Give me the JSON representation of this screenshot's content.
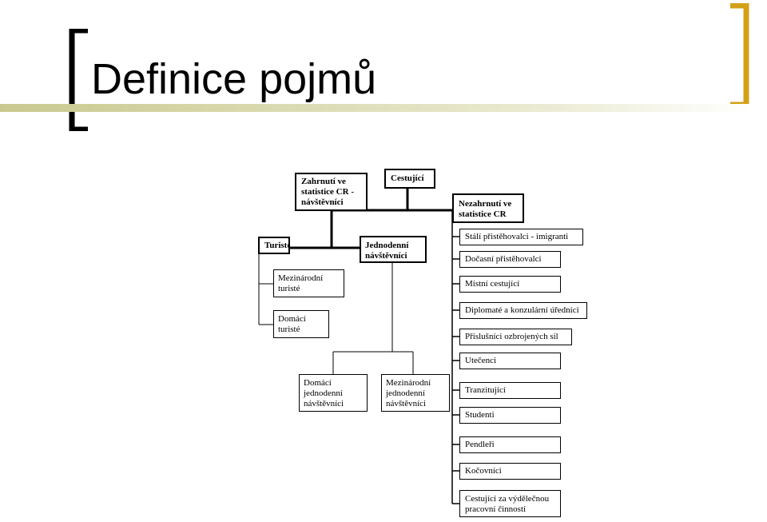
{
  "slide": {
    "title": "Definice pojmů",
    "accent_color": "#d4a017",
    "rule_color": "#c9c98f"
  },
  "diagram": {
    "root": "Cestující",
    "included": "Zahrnutí ve\nstatistice CR -\nnávštěvníci",
    "excluded": "Nezahrnutí ve\nstatistice CR",
    "tourists": "Turisté",
    "day_visitors": "Jednodenní\nnávštěvníci",
    "international_tourists": "Mezinárodní\nturisté",
    "domestic_tourists": "Domácí\nturisté",
    "domestic_day_visitors": "Domácí\njednodenní\nnávštěvníci",
    "international_day_visitors": "Mezinárodní\njednodenní\nnávštěvníci",
    "excluded_items": [
      "Stálí přistěhovalci - imigranti",
      "Dočasní přistěhovalci",
      "Místní cestující",
      "Diplomaté a konzulární úředníci",
      "Příslušníci ozbrojených sil",
      "Utečenci",
      "Tranzitující",
      "Studenti",
      "Pendleři",
      "Kočovníci",
      "Cestující za výdělečnou\npracovní činností"
    ]
  }
}
